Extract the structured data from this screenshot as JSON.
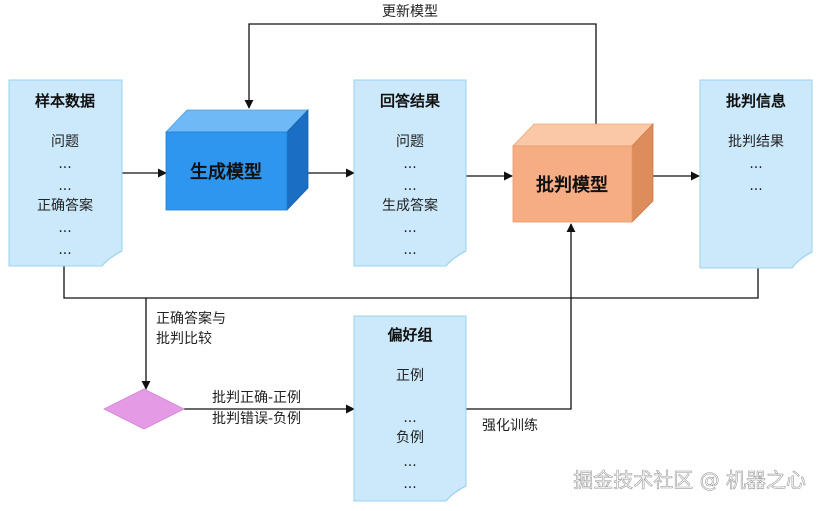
{
  "colors": {
    "document_fill": "#cbe9fb",
    "document_stroke": "#9bd1ef",
    "generator_front": "#2f96ef",
    "generator_top": "#6fb9f6",
    "generator_side": "#1a6fc4",
    "judge_front": "#f7ad84",
    "judge_top": "#fac8a6",
    "judge_side": "#dd8c5c",
    "diamond_fill": "#e49ae4",
    "arrow": "#111111"
  },
  "documents": {
    "sample_data": {
      "title": "样本数据",
      "lines": [
        "问题",
        "...",
        "...",
        "正确答案",
        "...",
        "..."
      ]
    },
    "answer_results": {
      "title": "回答结果",
      "lines": [
        "问题",
        "...",
        "...",
        "生成答案",
        "...",
        "..."
      ]
    },
    "judge_info": {
      "title": "批判信息",
      "lines": [
        "批判结果",
        "...",
        "..."
      ]
    },
    "preference_set": {
      "title": "偏好组",
      "lines": [
        "正例",
        "...",
        "负例",
        "...",
        "..."
      ]
    }
  },
  "models": {
    "generator": "生成模型",
    "judge": "批判模型"
  },
  "edges": {
    "update_model": "更新模型",
    "compare": [
      "正确答案与",
      "批判比较"
    ],
    "split": [
      "批判正确-正例",
      "批判错误-负例"
    ],
    "rl_training": "强化训练"
  },
  "watermark": "掘金技术社区 @ 机器之心"
}
